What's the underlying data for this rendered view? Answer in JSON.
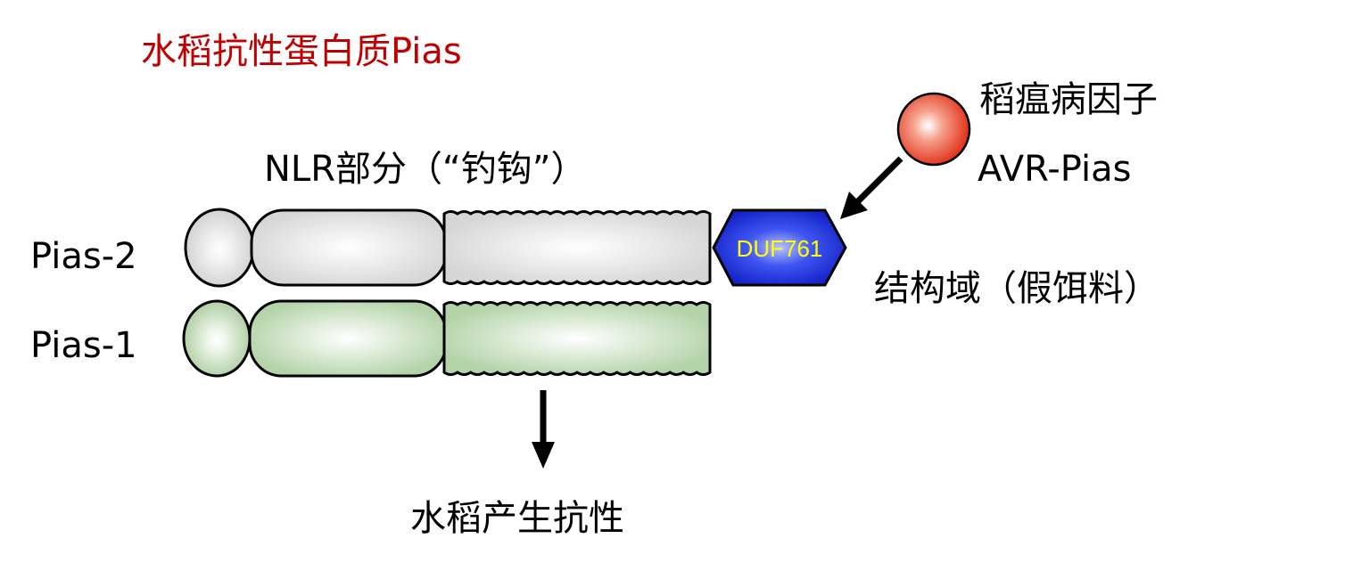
{
  "title": "水稻抗性蛋白质Pias",
  "nlr_label": "NLR部分（“钓钩”）",
  "proteins": [
    {
      "label": "Pias-2",
      "color": "#e6e6e6"
    },
    {
      "label": "Pias-1",
      "color": "#c9e3c1"
    }
  ],
  "duf_domain": {
    "label": "DUF761",
    "color": "#2a3ee6",
    "text_color": "#ffff00"
  },
  "decoy_label": "结构域（假饵料）",
  "effector": {
    "name": "稻瘟病因子",
    "id": "AVR-Pias",
    "color": "#e8462e"
  },
  "outcome": "水稻产生抗性"
}
